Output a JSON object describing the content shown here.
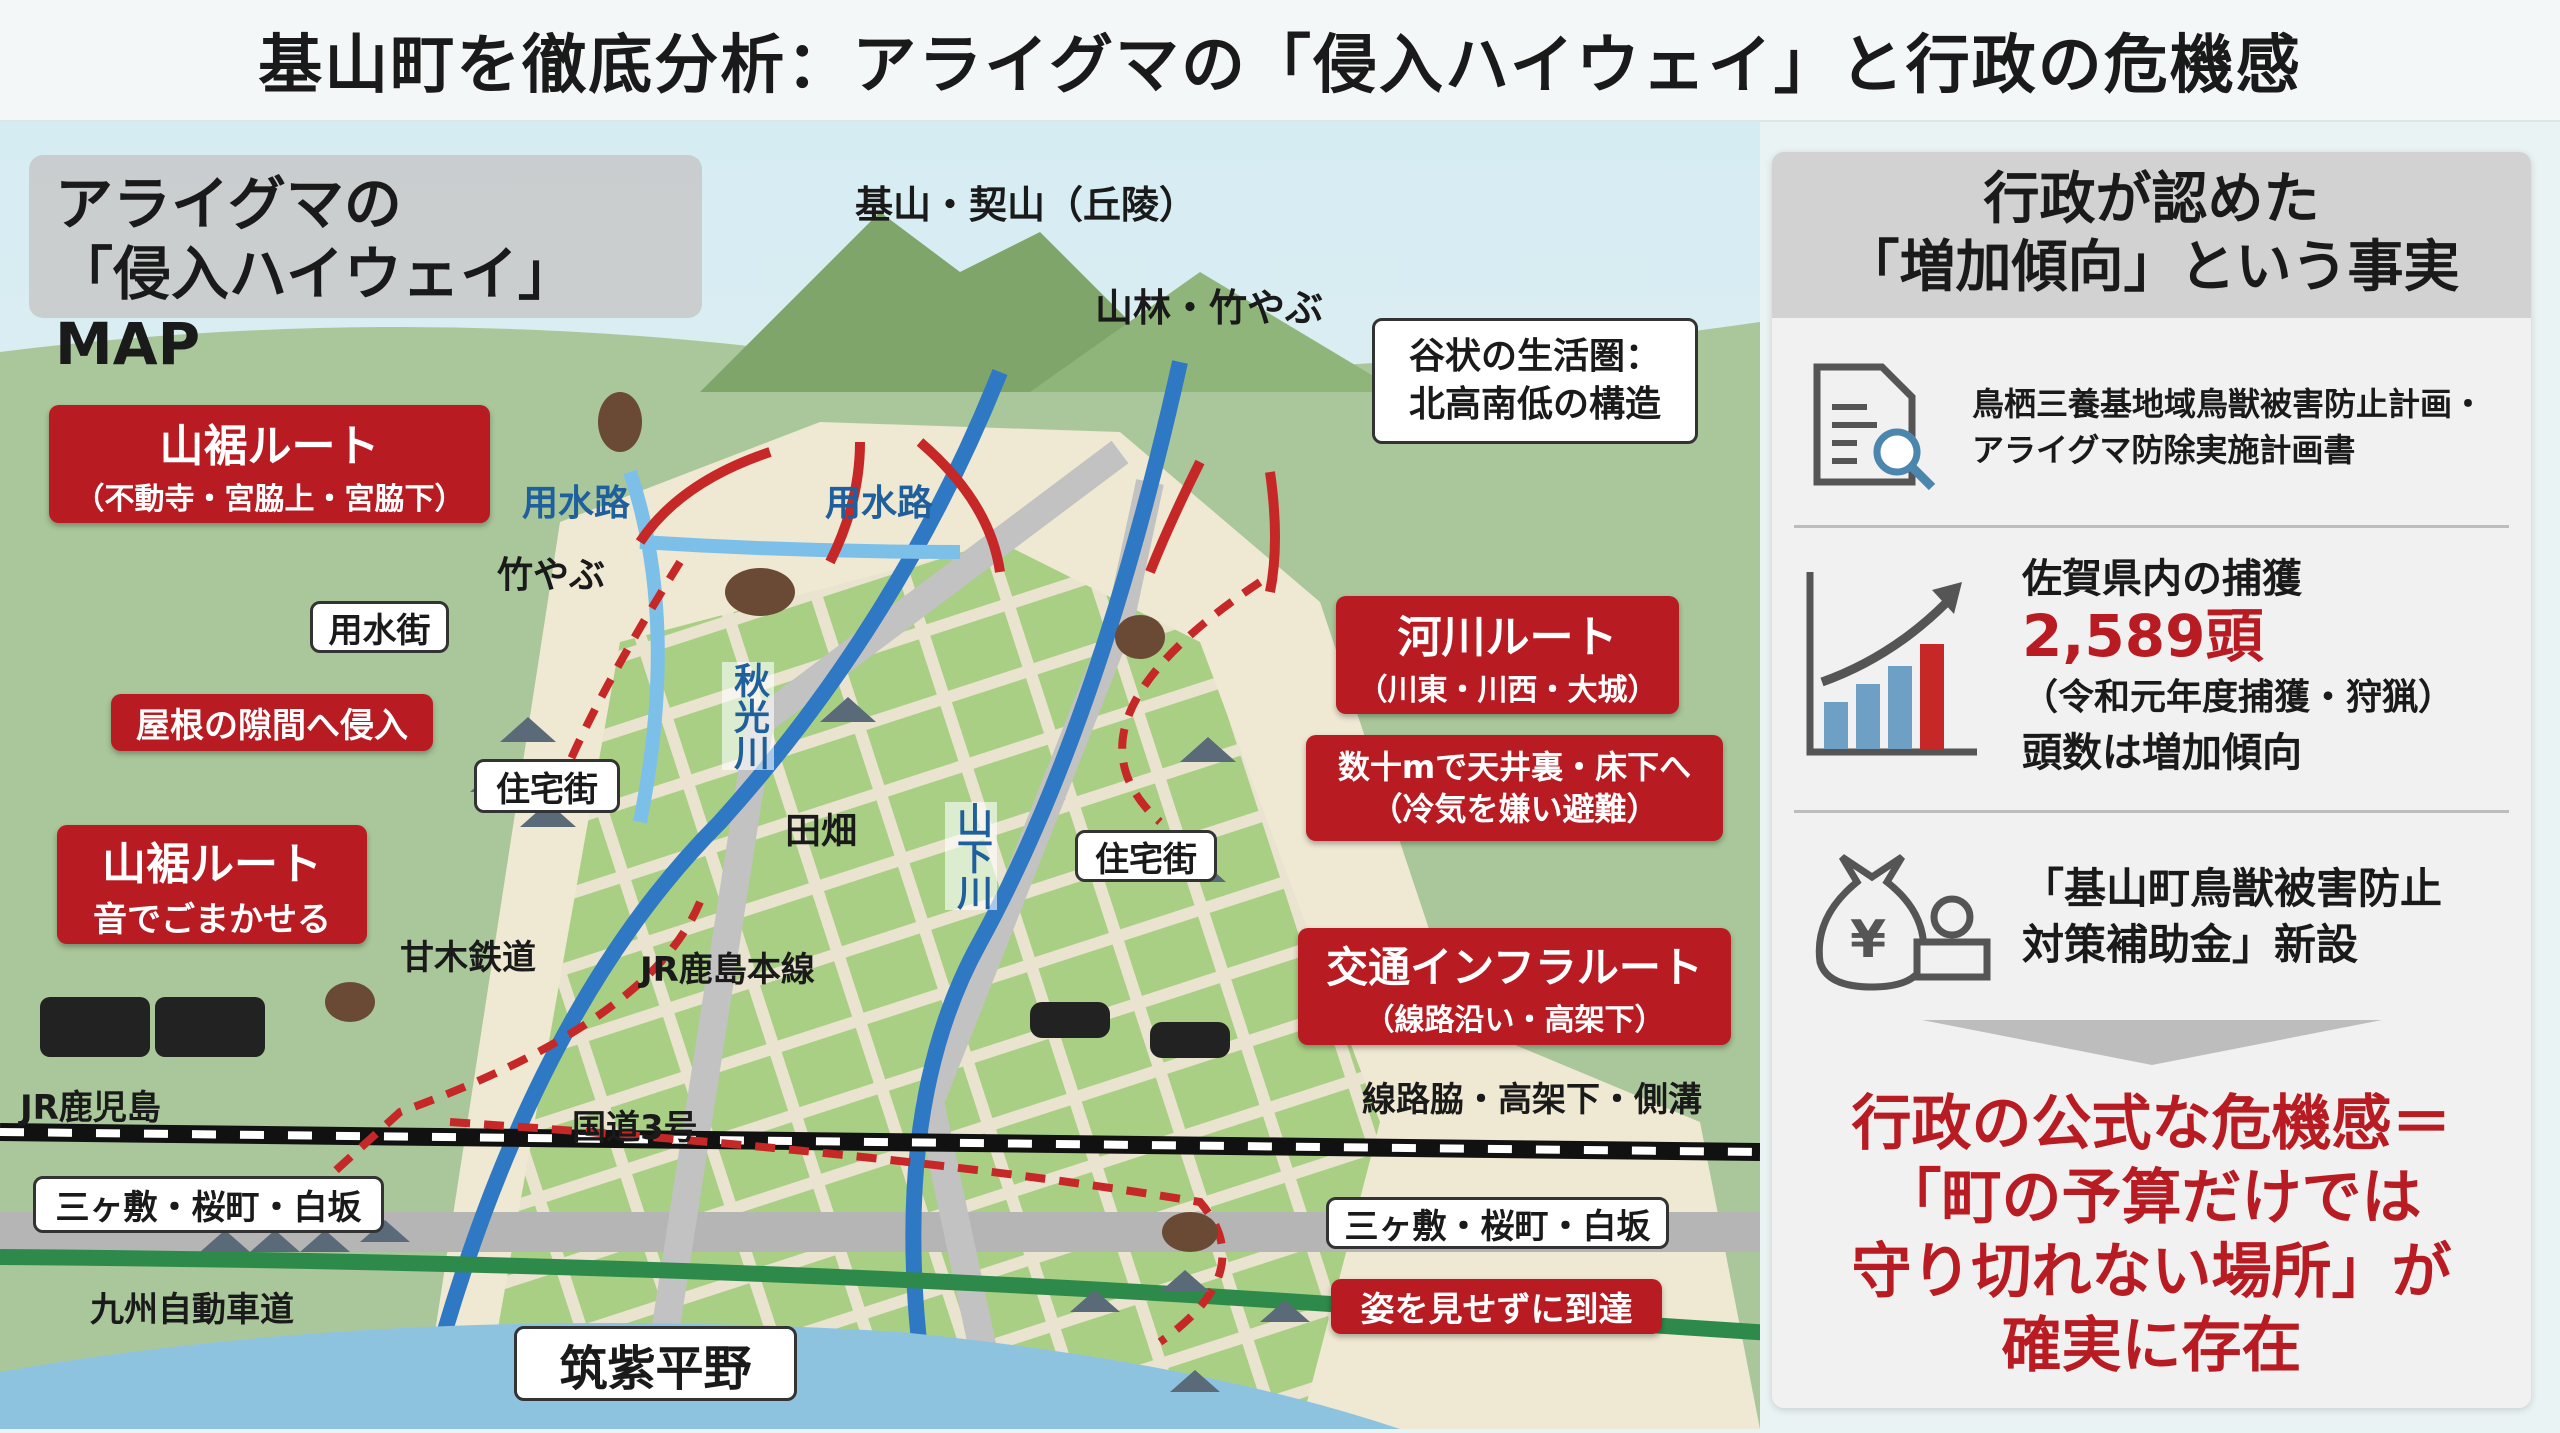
{
  "title": "基山町を徹底分析：アライグマの「侵入ハイウェイ」と行政の危機感",
  "map": {
    "title_line1": "アライグマの",
    "title_line2": "「侵入ハイウェイ」MAP",
    "hills": "基山・契山（丘陵）",
    "forest": "山林・竹やぶ",
    "valley_line1": "谷状の生活圏：",
    "valley_line2": "北高南低の構造",
    "route_foothill1_title": "山裾ルート",
    "route_foothill1_sub": "（不動寺・宮脇上・宮脇下）",
    "canal_left": "用水路",
    "canal_right": "用水路",
    "bamboo": "竹やぶ",
    "canal_town": "用水街",
    "roof_entry": "屋根の隙間へ侵入",
    "residential_left": "住宅街",
    "river_akimitsu": "秋光川",
    "fields": "田畑",
    "river_yamashita": "山下川",
    "route_river_title": "河川ルート",
    "route_river_sub": "（川東・川西・大城）",
    "ceiling_line1": "数十mで天井裏・床下へ",
    "ceiling_line2": "（冷気を嫌い避難）",
    "residential_right": "住宅街",
    "route_foothill2_title": "山裾ルート",
    "route_foothill2_sub": "音でごまかせる",
    "amagi_railway": "甘木鉄道",
    "jr_kashima": "JR鹿島本線",
    "route_infra_title": "交通インフラルート",
    "route_infra_sub": "（線路沿い・高架下）",
    "infra_places": "線路脇・高架下・側溝",
    "jr_kagoshima": "JR鹿児島",
    "route3": "国道3号",
    "area_left": "三ヶ敷・桜町・白坂",
    "area_right": "三ヶ敷・桜町・白坂",
    "expressway": "九州自動車道",
    "unseen": "姿を見せずに到達",
    "plain": "筑紫平野"
  },
  "panel": {
    "header_line1": "行政が認めた",
    "header_line2": "「増加傾向」という事実",
    "plan_line1": "鳥栖三養基地域鳥獣被害防止計画・",
    "plan_line2": "アライグマ防除実施計画書",
    "capture_label": "佐賀県内の捕獲",
    "capture_value": "2,589頭",
    "capture_note": "（令和元年度捕獲・狩猟）",
    "capture_trend": "頭数は増加傾向",
    "subsidy_line1": "「基山町鳥獣被害防止",
    "subsidy_line2": "対策補助金」新設",
    "conclusion_line1": "行政の公式な危機感＝",
    "conclusion_line2": "「町の予算だけでは",
    "conclusion_line3": "守り切れない場所」が",
    "conclusion_line4": "確実に存在"
  },
  "colors": {
    "accent_red": "#b81c22",
    "river_blue": "#2f78c4",
    "canal_blue": "#7cc0ea",
    "field_green": "#a9cf85",
    "hill_green": "#7fa56a",
    "panel_gray": "#d2d2d2"
  },
  "icons": [
    "mountain",
    "bamboo",
    "raccoon",
    "house",
    "train",
    "car",
    "document-search-icon",
    "bar-chart-up-icon",
    "money-bag-yen-icon",
    "stamp-icon"
  ]
}
